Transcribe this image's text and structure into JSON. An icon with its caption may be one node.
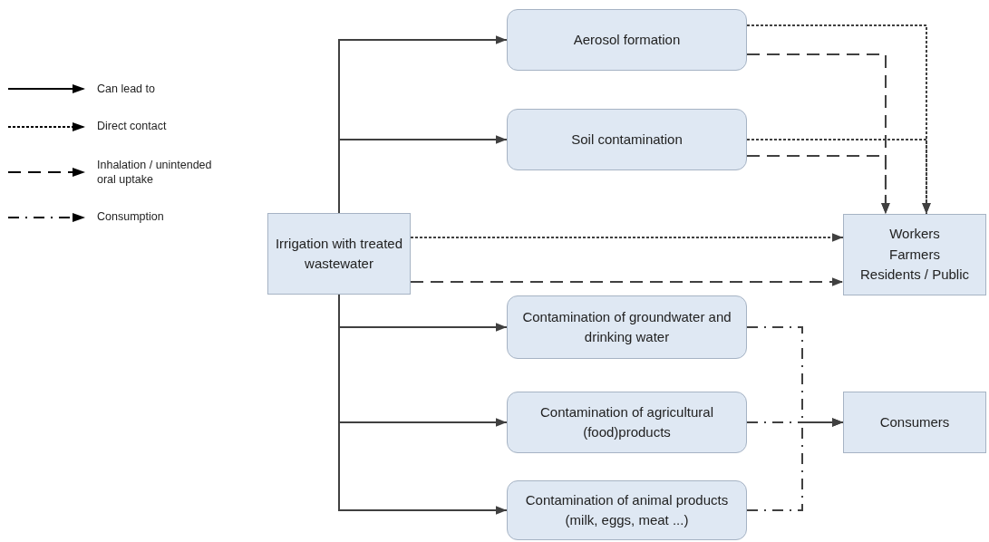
{
  "diagram": {
    "nodes": [
      {
        "text": [
          "Irrigation with treated wastewater"
        ]
      },
      {
        "text": [
          "Aerosol formation"
        ]
      },
      {
        "text": [
          "Soil contamination"
        ]
      },
      {
        "text": [
          "Contamination of groundwater and drinking water"
        ]
      },
      {
        "text": [
          "Contamination of agricultural (food)products"
        ]
      },
      {
        "text": [
          "Contamination of animal products (milk, eggs, meat ...)"
        ]
      },
      {
        "text": [
          "Workers",
          "Farmers",
          "Residents / Public"
        ]
      },
      {
        "text": [
          "Consumers"
        ]
      }
    ],
    "edges": [
      {
        "from": 0,
        "to": 1,
        "arrow": "to"
      },
      {
        "from": 0,
        "to": 2,
        "arrow": "to"
      },
      {
        "from": 0,
        "to": 3,
        "arrow": "to"
      },
      {
        "from": 0,
        "to": 4,
        "arrow": "to"
      },
      {
        "from": 0,
        "to": 5,
        "arrow": "to"
      },
      {
        "from": 1,
        "to": 6,
        "arrow": "to",
        "style": "dashed"
      },
      {
        "from": 1,
        "to": 6,
        "arrow": "to",
        "style": "dashed"
      },
      {
        "from": 2,
        "to": 6,
        "arrow": "to",
        "style": "dashed"
      },
      {
        "from": 2,
        "to": 6,
        "arrow": "to",
        "style": "dashed"
      },
      {
        "from": 0,
        "to": 6,
        "arrow": "to",
        "style": "dashed"
      },
      {
        "from": 0,
        "to": 6,
        "arrow": "to",
        "style": "dashed"
      },
      {
        "from": 3,
        "to": 7,
        "arrow": "to",
        "style": "dashed"
      },
      {
        "from": 4,
        "to": 7,
        "arrow": "to",
        "style": "dashed"
      },
      {
        "from": 5,
        "to": 7,
        "arrow": "to",
        "style": "dashed"
      }
    ],
    "legend": [
      {
        "text": "Can lead to"
      },
      {
        "text": "Direct contact"
      },
      {
        "text": "Inhalation / unintended oral uptake"
      },
      {
        "text": "Consumption"
      }
    ]
  }
}
